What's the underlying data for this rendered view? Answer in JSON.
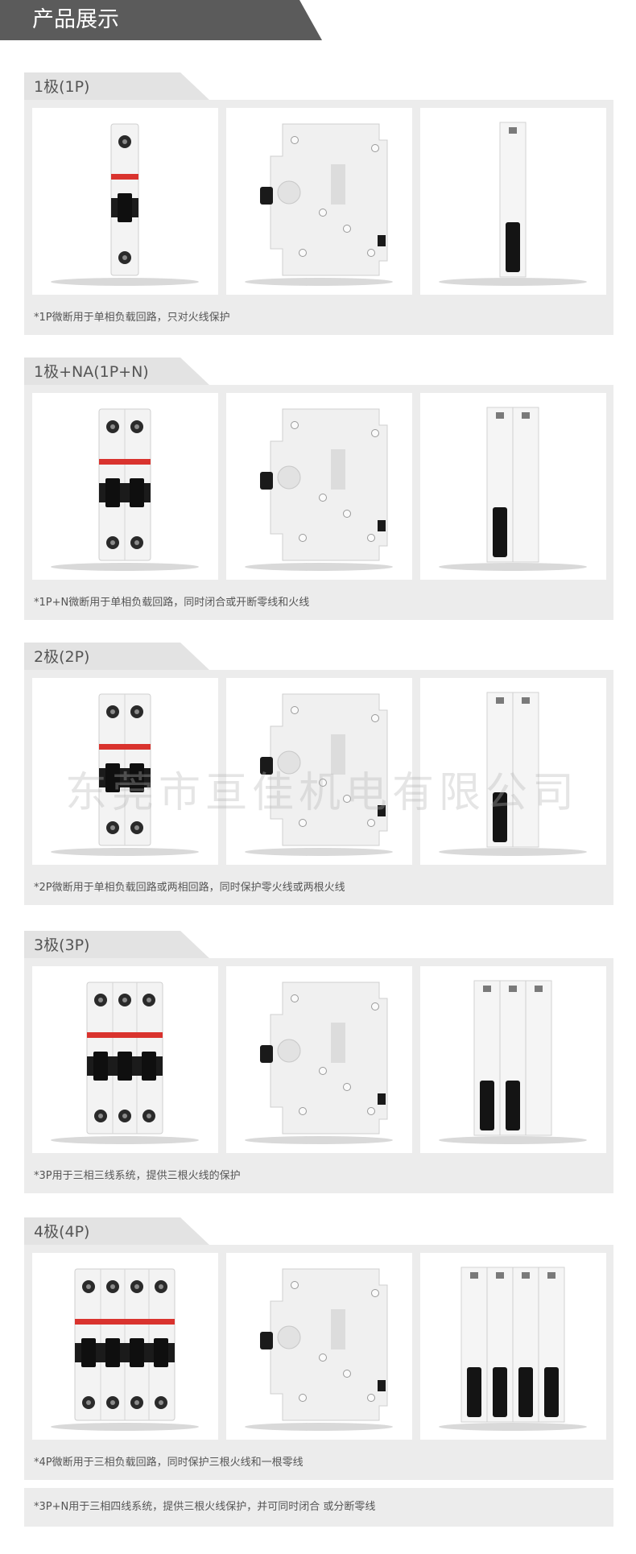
{
  "header": {
    "title": "产品展示"
  },
  "sections": [
    {
      "title": "1极(1P)",
      "caption": "*1P微断用于单相负载回路，只对火线保护",
      "poles": 1
    },
    {
      "title": "1极+NA(1P+N)",
      "caption": "*1P+N微断用于单相负载回路，同时闭合或开断零线和火线",
      "poles": 2
    },
    {
      "title": "2极(2P)",
      "caption": "*2P微断用于单相负载回路或两相回路，同时保护零火线或两根火线",
      "poles": 2
    },
    {
      "title": "3极(3P)",
      "caption": "*3P用于三相三线系统，提供三根火线的保护",
      "poles": 3
    },
    {
      "title": "4极(4P)",
      "caption": "*4P微断用于三相负载回路，同时保护三根火线和一根零线",
      "poles": 4
    }
  ],
  "note": "*3P+N用于三相四线系统，提供三根火线保护，并可同时闭合 或分断零线",
  "watermark": "东莞市亘佳机电有限公司",
  "colors": {
    "accent_red": "#d9332e",
    "header_bg": "#5b5b5b",
    "panel_bg": "#ececec"
  }
}
